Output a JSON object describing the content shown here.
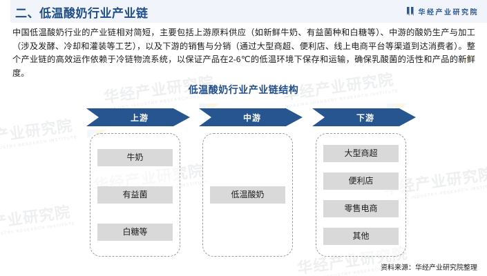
{
  "header": {
    "title": "二、低温酸奶行业产业链",
    "brand_name": "华经产业研究院",
    "brand_icon": "bookmark-flags-icon",
    "accent_color": "#1f4e89",
    "band_color": "#f1f4fb"
  },
  "intro": {
    "paragraph": "中国低温酸奶行业的产业链相对简短，主要包括上游原料供应（如新鲜牛奶、有益菌种和白糖等）、中游的酸奶生产与加工（涉及发酵、冷却和灌装等工艺），以及下游的销售与分销（通过大型商超、便利店、线上电商平台等渠道到达消费者）。整个产业链的高效运作依赖于冷链物流系统，以保证产品在2-6℃的低温环境下保存和运输，确保乳酸菌的活性和产品的新鲜度。"
  },
  "figure": {
    "title": "低温酸奶行业产业链结构",
    "chevron_color": "#26558f",
    "item_color": "#d9d9d9",
    "columns": [
      {
        "key": "upstream",
        "label": "上游",
        "items": [
          "牛奶",
          "有益菌",
          "白糖等"
        ]
      },
      {
        "key": "midstream",
        "label": "中游",
        "items": [
          "低温酸奶"
        ]
      },
      {
        "key": "downstream",
        "label": "下游",
        "items": [
          "大型商超",
          "便利店",
          "零售电商",
          "其他"
        ]
      }
    ]
  },
  "footer": {
    "source": "资料来源：华经产业研究院整理"
  },
  "watermarks": {
    "cn": "华经产业研究院",
    "en": "HUAJING INDUSTRY RESEARCH INSTITUTE"
  }
}
